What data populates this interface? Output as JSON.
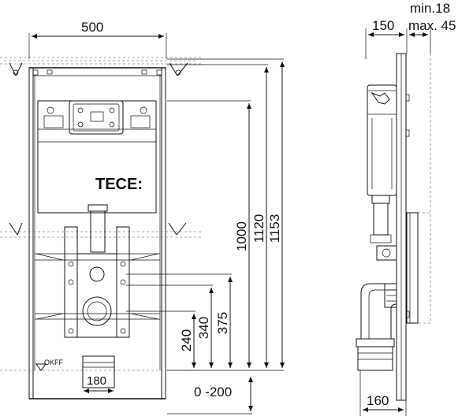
{
  "front_view": {
    "width_dim": "500",
    "logo": "TECE:",
    "floor_label": "OKFF",
    "outlet_dim": "180",
    "vertical_dims": [
      "1153",
      "1120",
      "1000",
      "375",
      "340",
      "240"
    ],
    "floor_range_dim": "0 -200"
  },
  "side_view": {
    "depth_dim": "150",
    "wall_min_dim": "min.18",
    "wall_max_dim": "max. 45",
    "bottom_dim": "160"
  }
}
